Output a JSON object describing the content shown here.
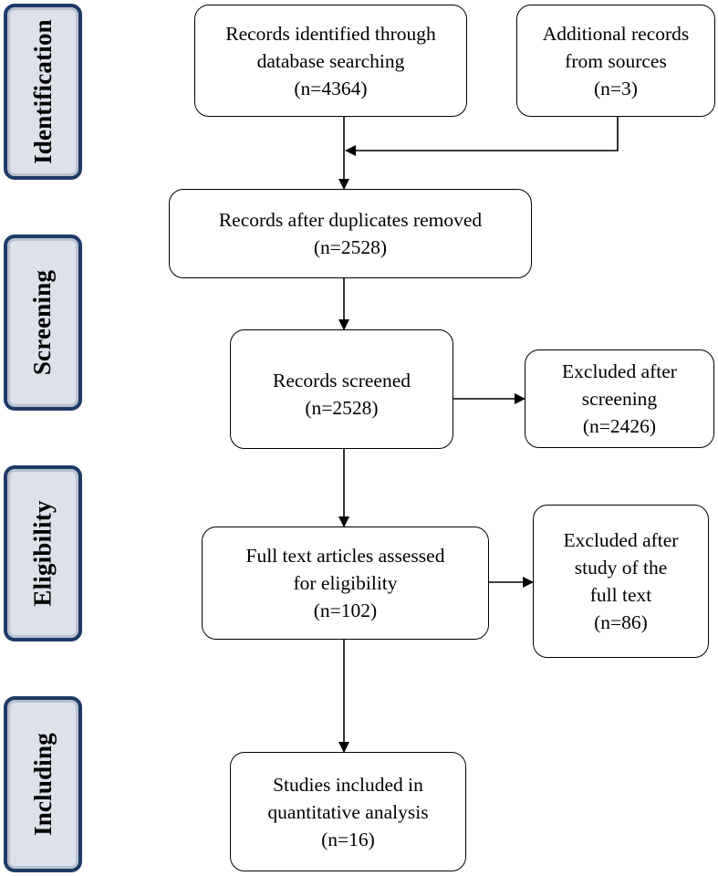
{
  "phases": {
    "identification": "Identification",
    "screening": "Screening",
    "eligibility": "Eligibility",
    "including": "Including"
  },
  "boxes": {
    "identified": {
      "line1": "Records identified through",
      "line2": "database searching",
      "count": "(n=4364)"
    },
    "additional": {
      "line1": "Additional records",
      "line2": "from sources",
      "count": "(n=3)"
    },
    "duplicates_removed": {
      "line1": "Records after duplicates removed",
      "count": "(n=2528)"
    },
    "screened": {
      "line1": "Records screened",
      "count": "(n=2528)"
    },
    "excluded_screening": {
      "line1": "Excluded after",
      "line2": "screening",
      "count": "(n=2426)"
    },
    "full_text": {
      "line1": "Full text articles assessed",
      "line2": "for eligibility",
      "count": "(n=102)"
    },
    "excluded_full_text": {
      "line1": "Excluded after",
      "line2": "study of the",
      "line3": "full text",
      "count": "(n=86)"
    },
    "included": {
      "line1": "Studies included in",
      "line2": "quantitative analysis",
      "count": "(n=16)"
    }
  },
  "colors": {
    "phase_border": "#1e3a66",
    "phase_fill": "#dde2ea",
    "box_border": "#000000",
    "connector": "#000000"
  }
}
